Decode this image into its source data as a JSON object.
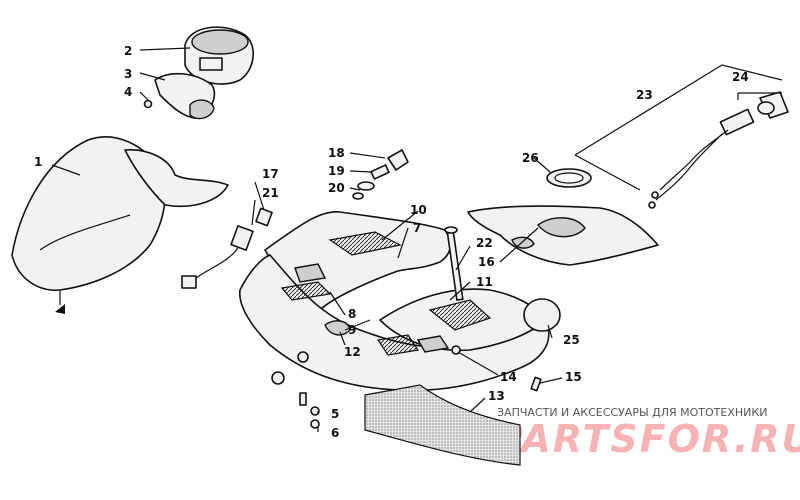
{
  "callouts": {
    "c1": "1",
    "c2": "2",
    "c3": "3",
    "c4": "4",
    "c5": "5",
    "c6": "6",
    "c7": "7",
    "c8": "8",
    "c9": "9",
    "c10": "10",
    "c11": "11",
    "c12": "12",
    "c13": "13",
    "c14": "14",
    "c15": "15",
    "c16": "16",
    "c17": "17",
    "c18": "18",
    "c19": "19",
    "c20": "20",
    "c21": "21",
    "c22": "22",
    "c23": "23",
    "c24": "24",
    "c25": "25",
    "c26": "26"
  },
  "watermark": {
    "caption": "ЗАПЧАСТИ И АКСЕССУАРЫ ДЛЯ МОТОТЕХНИКИ",
    "logo": "PARTSFOR.RU"
  },
  "colors": {
    "ink": "#111111",
    "watermark": "#f7b3b3",
    "background": "#ffffff"
  }
}
